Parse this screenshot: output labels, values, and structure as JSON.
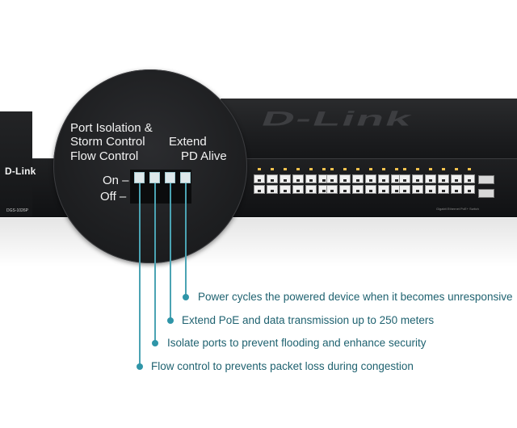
{
  "product": {
    "brand_logo": "D-Link",
    "model_label": "DGS-1026P",
    "top_logo": "D-Link",
    "faceplate_text": "Gigabit Ethernet PoE+ Switch"
  },
  "dip_switch_labels": {
    "port_isolation_line1": "Port Isolation &",
    "port_isolation_line2": "Storm Control",
    "flow_control": "Flow Control",
    "extend": "Extend",
    "pd_alive": "PD Alive",
    "on": "On –",
    "off": "Off –"
  },
  "callouts": [
    {
      "text": "Power cycles the powered device when it becomes unresponsive"
    },
    {
      "text": "Extend PoE and data transmission up to 250 meters"
    },
    {
      "text": "Isolate ports to prevent flooding and enhance security"
    },
    {
      "text": "Flow control to prevents packet loss during congestion"
    }
  ],
  "colors": {
    "accent": "#2f95a8",
    "callout_text": "#1f6270",
    "switch_body": "#1c1d1f",
    "dip_switch": "#dde8ea"
  }
}
